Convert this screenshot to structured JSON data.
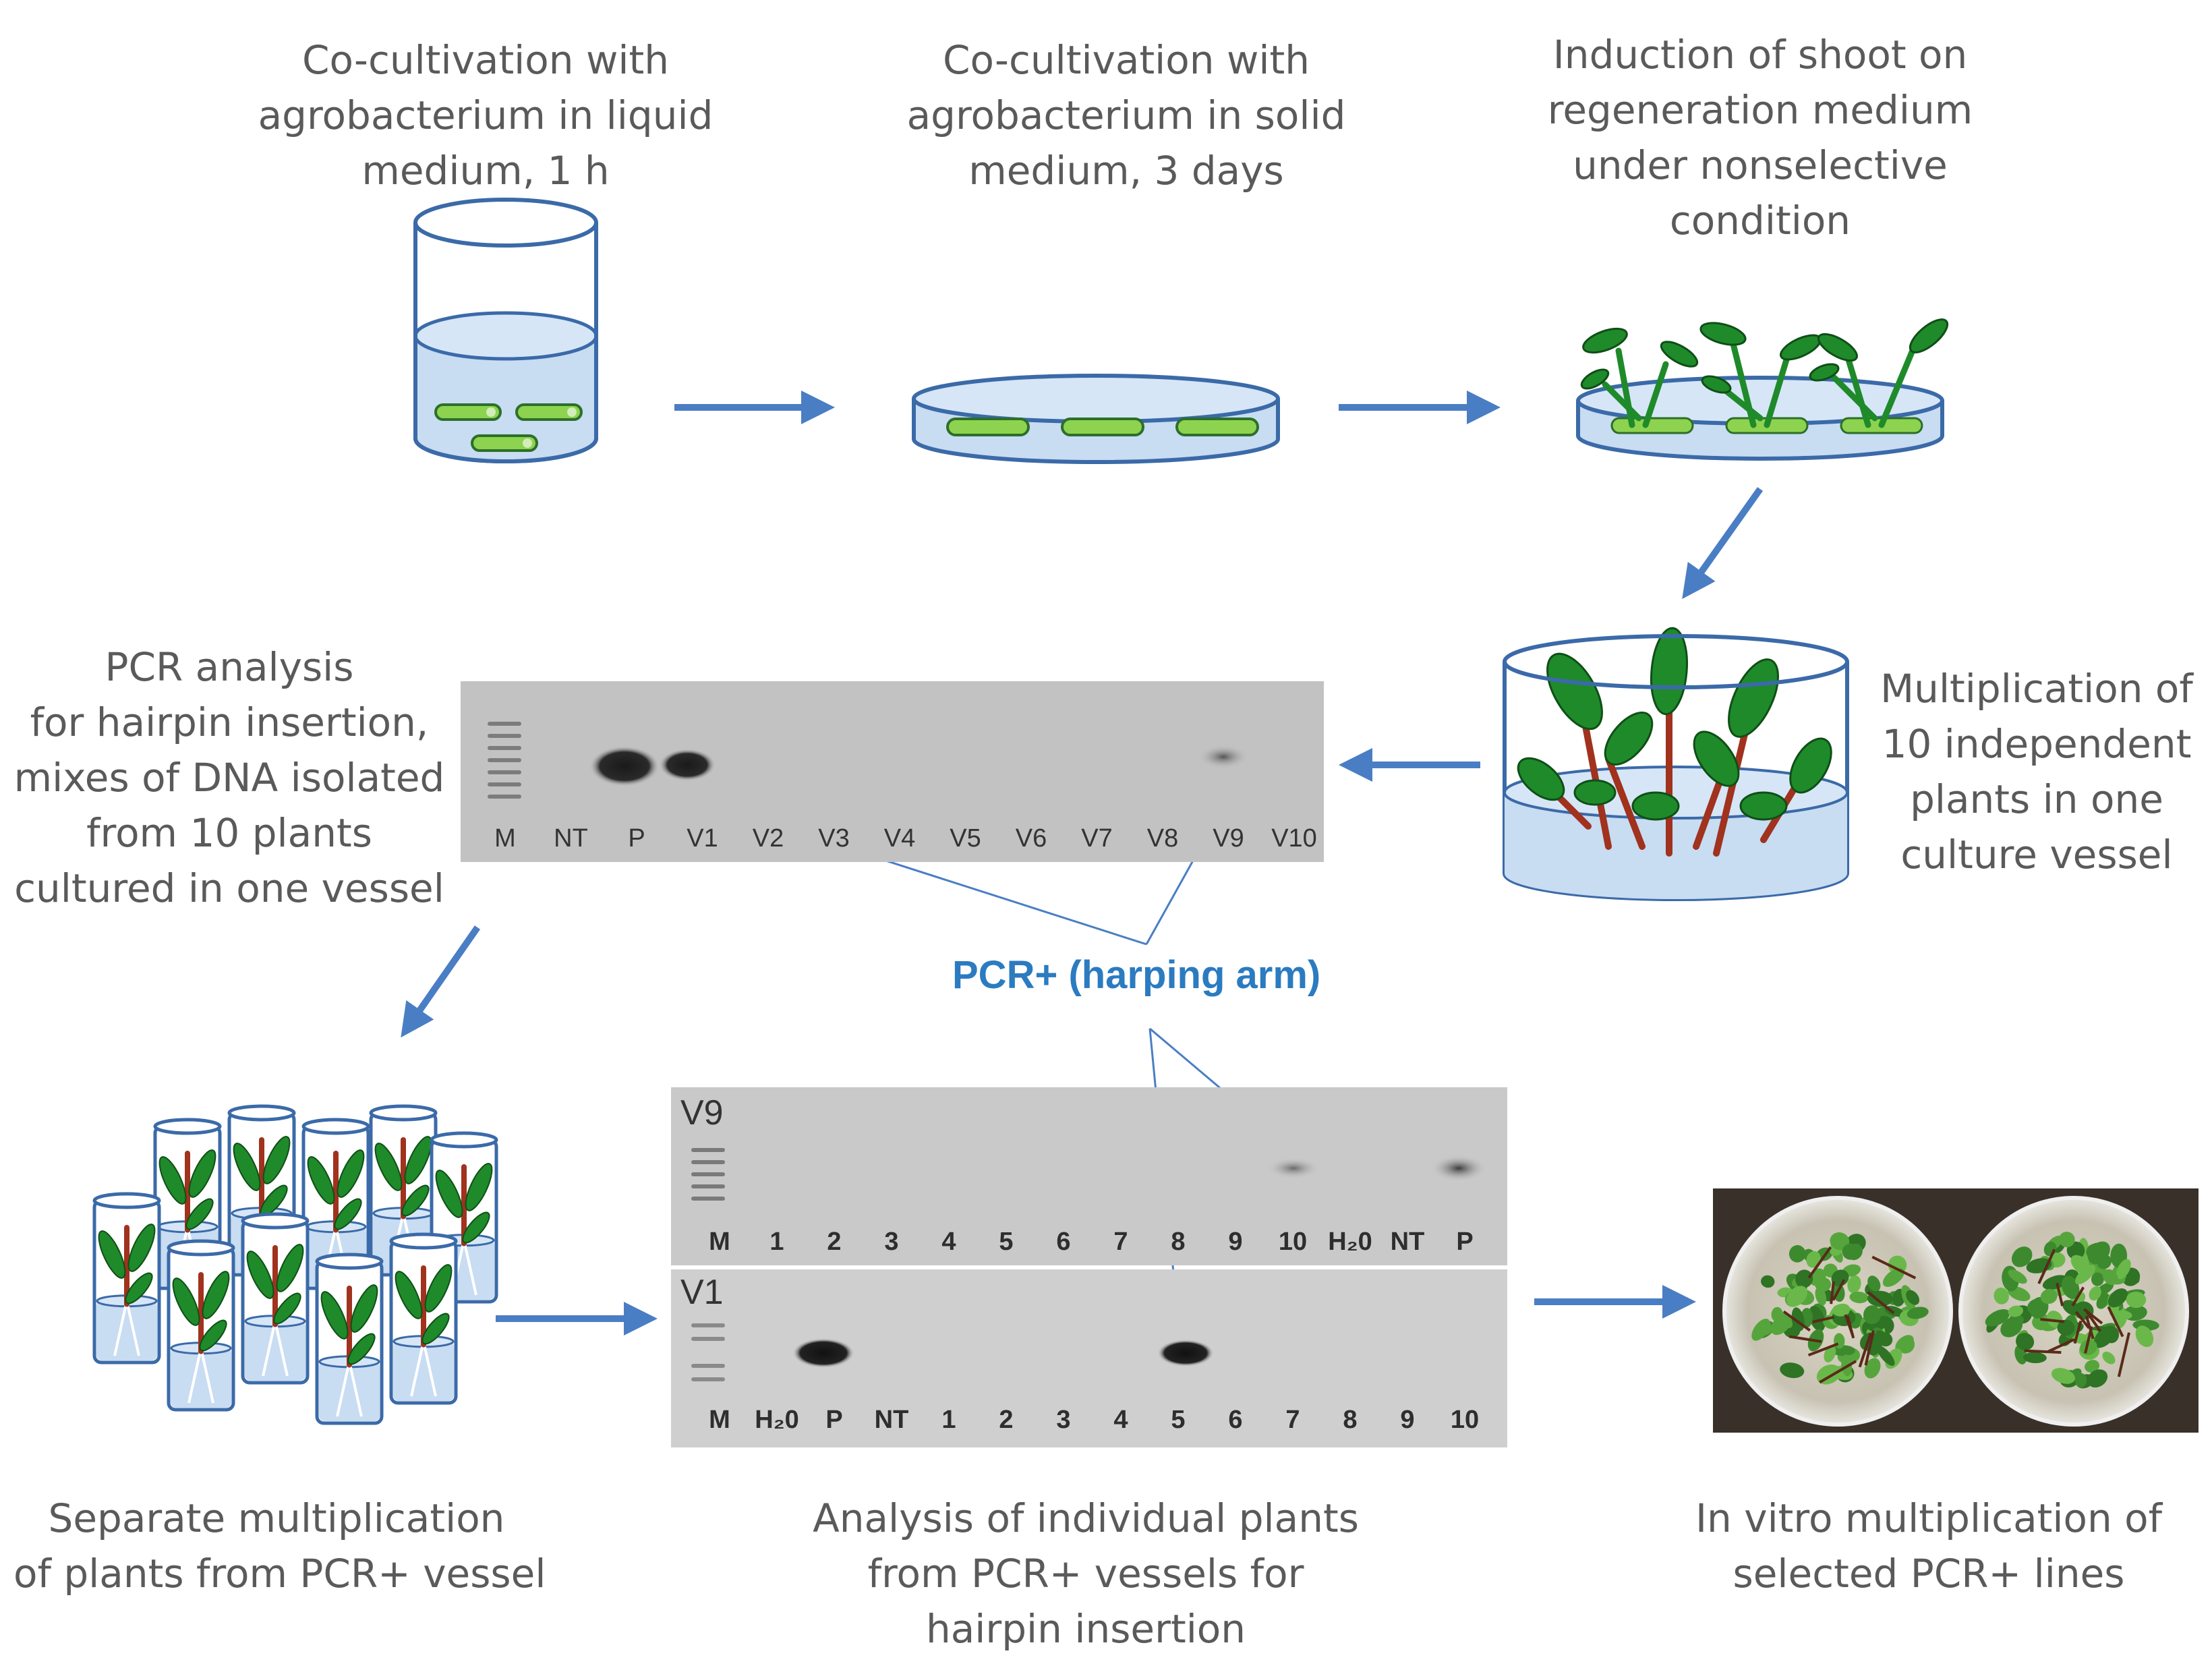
{
  "steps": {
    "step1": [
      "Co-cultivation with",
      "agrobacterium in liquid",
      "medium,  1 h"
    ],
    "step2": [
      "Co-cultivation with",
      "agrobacterium in solid",
      "medium, 3 days"
    ],
    "step3": [
      "Induction of shoot on",
      "regeneration medium",
      "under nonselective",
      "condition"
    ],
    "step4": [
      "Multiplication of",
      "10 independent",
      "plants in one",
      "culture vessel"
    ],
    "step5": [
      "PCR analysis",
      "for hairpin insertion,",
      "mixes of DNA isolated",
      "from 10 plants",
      "cultured in one vessel"
    ],
    "step6": [
      "Separate multiplication",
      "of plants from PCR+ vessel"
    ],
    "step7": [
      "Analysis of individual plants",
      "from  PCR+ vessels for",
      "hairpin insertion"
    ],
    "step8": [
      "In vitro multiplication of",
      "selected PCR+ lines"
    ]
  },
  "pcr_label": "PCR+ (harping arm)",
  "gel_vessels": {
    "lanes": [
      "M",
      "NT",
      "P",
      "V1",
      "V2",
      "V3",
      "V4",
      "V5",
      "V6",
      "V7",
      "V8",
      "V9",
      "V10"
    ]
  },
  "gel_v9": {
    "tag": "V9",
    "lanes": [
      "M",
      "1",
      "2",
      "3",
      "4",
      "5",
      "6",
      "7",
      "8",
      "9",
      "10",
      "H₂0",
      "NT",
      "P"
    ]
  },
  "gel_v1": {
    "tag": "V1",
    "lanes": [
      "M",
      "H₂0",
      "P",
      "NT",
      "1",
      "2",
      "3",
      "4",
      "5",
      "6",
      "7",
      "8",
      "9",
      "10"
    ]
  },
  "colors": {
    "arrow": "#4a7ec4",
    "medium": "#c8dcf2",
    "outline": "#3b6aa8",
    "leaf": "#1f8a2a",
    "stem": "#a0321e",
    "callus": "#8dd34f",
    "label": "#2b7bc0"
  },
  "icons": [
    "beaker-icon",
    "petri-dish-icon",
    "shoot-dish-icon",
    "culture-vessel-icon",
    "tube-cluster-icon",
    "plate-photo"
  ]
}
